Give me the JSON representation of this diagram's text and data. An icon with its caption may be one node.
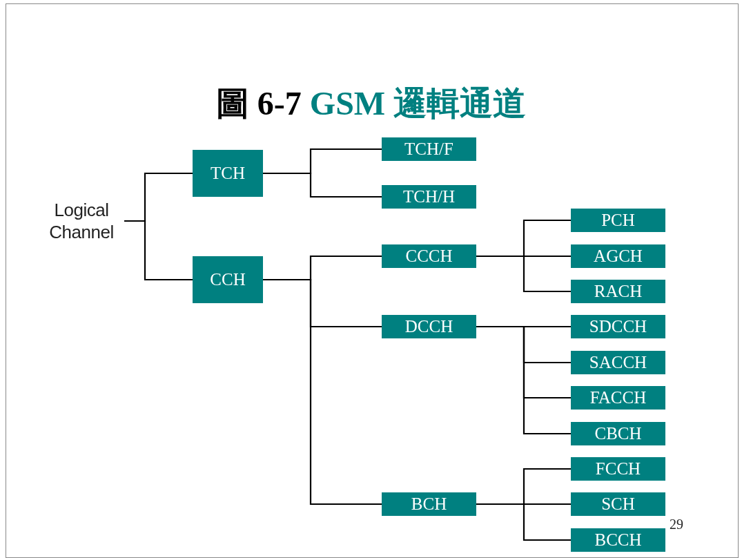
{
  "diagram": {
    "title": "圖 6-7 GSM 邏輯通道",
    "nodes": [
      {
        "text": [
          "Logical Channel"
        ]
      },
      {
        "text": [
          "TCH"
        ]
      },
      {
        "text": [
          "CCH"
        ]
      },
      {
        "text": [
          "TCH/F"
        ]
      },
      {
        "text": [
          "TCH/H"
        ]
      },
      {
        "text": [
          "CCCH"
        ]
      },
      {
        "text": [
          "DCCH"
        ]
      },
      {
        "text": [
          "BCH"
        ]
      },
      {
        "text": [
          "PCH"
        ]
      },
      {
        "text": [
          "AGCH"
        ]
      },
      {
        "text": [
          "RACH"
        ]
      },
      {
        "text": [
          "SDCCH"
        ]
      },
      {
        "text": [
          "SACCH"
        ]
      },
      {
        "text": [
          "FACCH"
        ]
      },
      {
        "text": [
          "CBCH"
        ]
      },
      {
        "text": [
          "FCCH"
        ]
      },
      {
        "text": [
          "SCH"
        ]
      },
      {
        "text": [
          "BCCH"
        ]
      }
    ],
    "edges": [
      {
        "from": 0,
        "to": 1,
        "arrow": "none"
      },
      {
        "from": 0,
        "to": 2,
        "arrow": "none"
      },
      {
        "from": 1,
        "to": 3,
        "arrow": "none"
      },
      {
        "from": 1,
        "to": 4,
        "arrow": "none"
      },
      {
        "from": 2,
        "to": 5,
        "arrow": "none"
      },
      {
        "from": 2,
        "to": 6,
        "arrow": "none"
      },
      {
        "from": 2,
        "to": 7,
        "arrow": "none"
      },
      {
        "from": 5,
        "to": 8,
        "arrow": "none"
      },
      {
        "from": 5,
        "to": 9,
        "arrow": "none"
      },
      {
        "from": 5,
        "to": 10,
        "arrow": "none"
      },
      {
        "from": 6,
        "to": 11,
        "arrow": "none"
      },
      {
        "from": 6,
        "to": 12,
        "arrow": "none"
      },
      {
        "from": 6,
        "to": 13,
        "arrow": "none"
      },
      {
        "from": 6,
        "to": 14,
        "arrow": "none"
      },
      {
        "from": 7,
        "to": 15,
        "arrow": "none"
      },
      {
        "from": 7,
        "to": 16,
        "arrow": "none"
      },
      {
        "from": 7,
        "to": 17,
        "arrow": "none"
      }
    ],
    "labels": [
      "29"
    ]
  }
}
